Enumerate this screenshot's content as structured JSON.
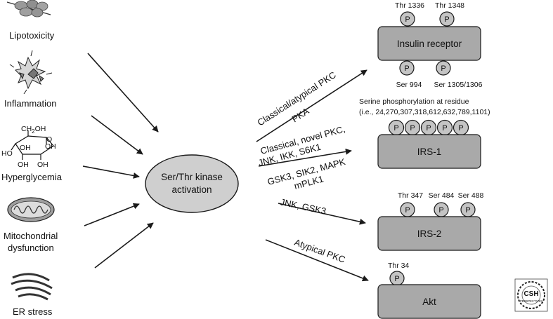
{
  "colors": {
    "box_fill": "#a9a9a9",
    "ellipse_fill": "#cfcfcf",
    "p_circle_fill": "#c4c4c4",
    "stroke": "#1a1a1a"
  },
  "stressors": {
    "lipotoxicity": "Lipotoxicity",
    "inflammation": "Inflammation",
    "hyperglycemia": "Hyperglycemia",
    "mitochondrial_line1": "Mitochondrial",
    "mitochondrial_line2": "dysfunction",
    "er_stress": "ER stress"
  },
  "glucose_labels": {
    "ch2oh": "CH",
    "ch2oh_sub": "2",
    "ch2oh_tail": "OH",
    "o": "O",
    "oh_a": "OH",
    "oh_b": "OH",
    "oh_c": "OH",
    "oh_d": "OH",
    "ho": "HO"
  },
  "kinase": {
    "line1": "Ser/Thr kinase",
    "line2": "activation"
  },
  "pathways": {
    "insulin_r_line1": "Classical/atypical PKC",
    "insulin_r_line2": "PKA",
    "irs1_line1": "Classical, novel PKC,",
    "irs1_line2": "JNK, IKK, S6K1",
    "irs1_line3": "GSK3, SIK2, MAPK",
    "irs1_line4": "mPLK1",
    "irs2": "JNK, GSK3",
    "akt": "Atypical PKC"
  },
  "targets": {
    "insulin_receptor": {
      "label": "Insulin receptor",
      "top_sites": [
        "Thr 1336",
        "Thr 1348"
      ],
      "bottom_sites": [
        "Ser 994",
        "Ser 1305/1306"
      ]
    },
    "irs1": {
      "label": "IRS-1",
      "note_line1": "Serine phosphorylation at residue",
      "note_line2": "(i.e., 24,270,307,318,612,632,789,1101)"
    },
    "irs2": {
      "label": "IRS-2",
      "sites": [
        "Thr 347",
        "Ser 484",
        "Ser 488"
      ]
    },
    "akt": {
      "label": "Akt",
      "sites": [
        "Thr 34"
      ]
    },
    "phospho_symbol": "P"
  },
  "logo": {
    "text": "CSH",
    "subtext": "PERSPECTIVES"
  }
}
